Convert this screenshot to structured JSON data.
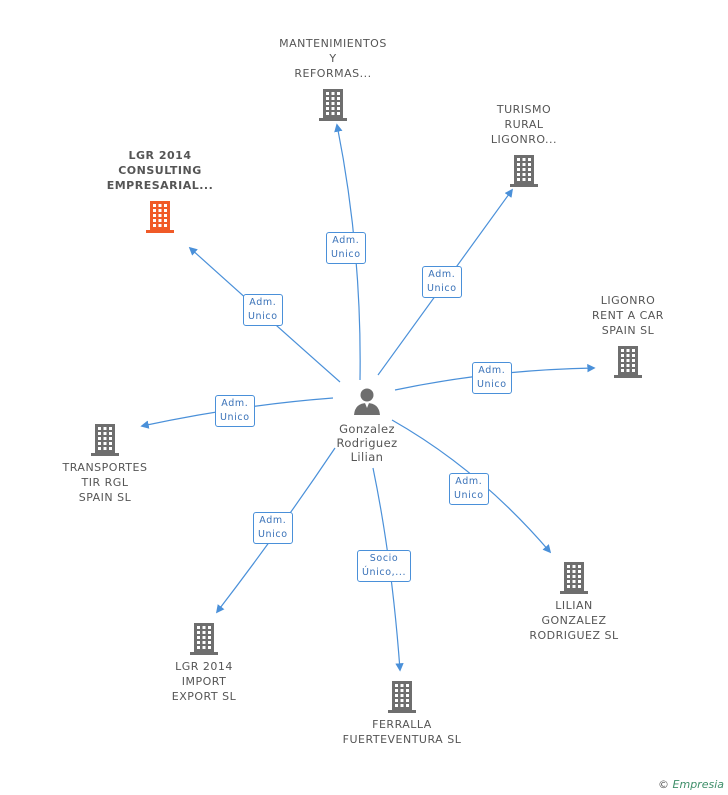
{
  "center": {
    "name_lines": "Gonzalez\nRodriguez\nLilian"
  },
  "nodes": [
    {
      "id": "mantenimientos",
      "label": "MANTENIMIENTOS\nY\nREFORMAS...",
      "highlight": false
    },
    {
      "id": "turismo",
      "label": "TURISMO\nRURAL\nLIGONRO...",
      "highlight": false
    },
    {
      "id": "lgr-consulting",
      "label": "LGR 2014\nCONSULTING\nEMPRESARIAL...",
      "highlight": true
    },
    {
      "id": "ligonro-rent",
      "label": "LIGONRO\nRENT A CAR\nSPAIN SL",
      "highlight": false
    },
    {
      "id": "transportes",
      "label": "TRANSPORTES\nTIR RGL\nSPAIN SL",
      "highlight": false
    },
    {
      "id": "lilian",
      "label": "LILIAN\nGONZALEZ\nRODRIGUEZ SL",
      "highlight": false
    },
    {
      "id": "lgr-import",
      "label": "LGR 2014\nIMPORT\nEXPORT SL",
      "highlight": false
    },
    {
      "id": "ferralla",
      "label": "FERRALLA\nFUERTEVENTURA SL",
      "highlight": false
    }
  ],
  "edge_labels": [
    {
      "to": "mantenimientos",
      "text": "Adm.\nUnico"
    },
    {
      "to": "turismo",
      "text": "Adm.\nUnico"
    },
    {
      "to": "lgr-consulting",
      "text": "Adm.\nUnico"
    },
    {
      "to": "ligonro-rent",
      "text": "Adm.\nUnico"
    },
    {
      "to": "transportes",
      "text": "Adm.\nUnico"
    },
    {
      "to": "lilian",
      "text": "Adm.\nUnico"
    },
    {
      "to": "lgr-import",
      "text": "Adm.\nUnico"
    },
    {
      "to": "ferralla",
      "text": "Socio\nÚnico,..."
    }
  ],
  "colors": {
    "edge": "#4a90d9",
    "building": "#6e6e6e",
    "building_highlight": "#f05a28",
    "person": "#6e6e6e"
  },
  "footer": {
    "copyright": "©",
    "brand": "Empresia"
  }
}
